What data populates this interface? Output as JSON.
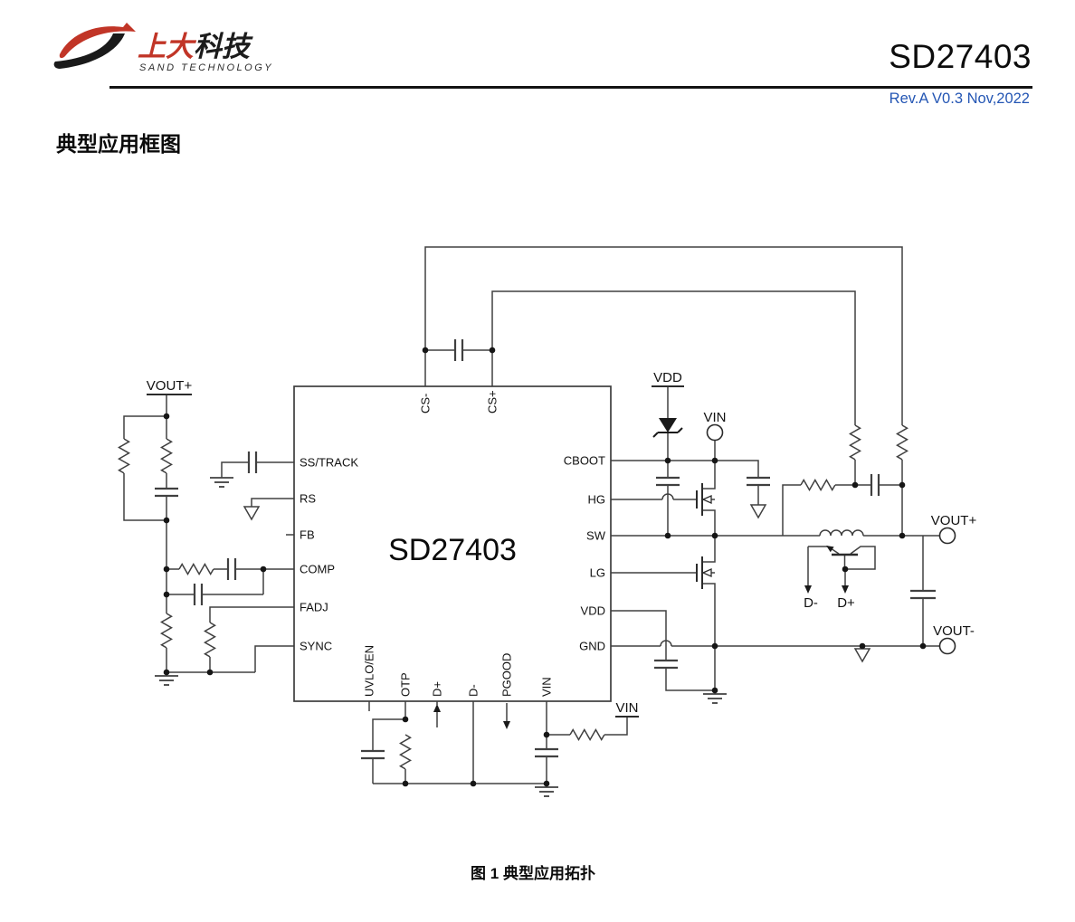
{
  "page": {
    "product": "SD27403",
    "revision": "Rev.A V0.3 Nov,2022",
    "section_title": "典型应用框图",
    "figure_caption": "图 1  典型应用拓扑"
  },
  "logo": {
    "company_cn_red": "上大",
    "company_cn_black": "科技",
    "company_en": "SAND TECHNOLOGY"
  },
  "chip": {
    "name": "SD27403",
    "pins_left": [
      "SS/TRACK",
      "RS",
      "FB",
      "COMP",
      "FADJ",
      "SYNC"
    ],
    "pins_right": [
      "CBOOT",
      "HG",
      "SW",
      "LG",
      "VDD",
      "GND"
    ],
    "pins_top": [
      "CS-",
      "CS+"
    ],
    "pins_bottom": [
      "UVLO/EN",
      "OTP",
      "D+",
      "D-",
      "PGOOD",
      "VIN"
    ]
  },
  "net_labels": {
    "vout_plus_left": "VOUT+",
    "vdd": "VDD",
    "vin_top": "VIN",
    "vout_plus_right": "VOUT+",
    "vout_minus": "VOUT-",
    "vin_bottom": "VIN",
    "d_minus": "D-",
    "d_plus": "D+"
  },
  "colors": {
    "accent_red": "#c13527",
    "revision_blue": "#2456b4",
    "wire": "#404040",
    "text": "#111111"
  }
}
